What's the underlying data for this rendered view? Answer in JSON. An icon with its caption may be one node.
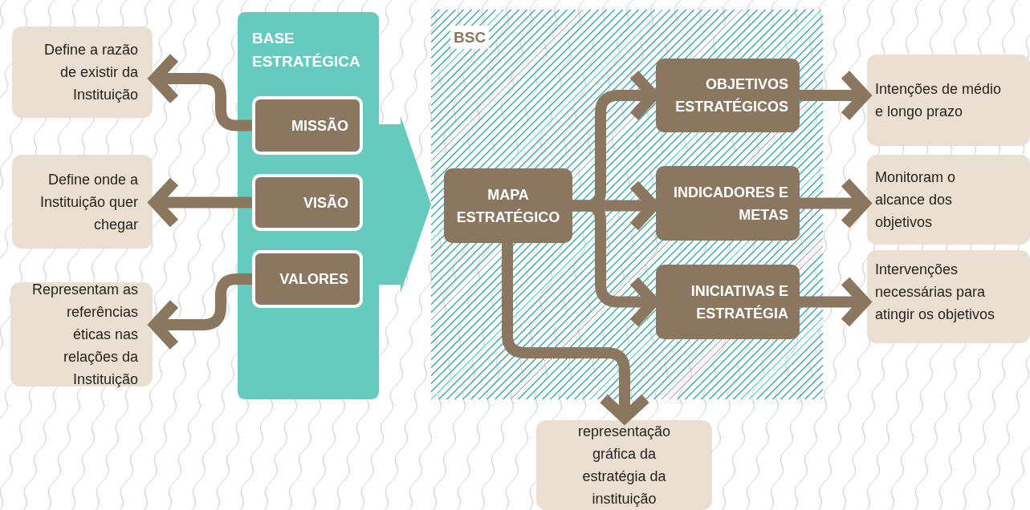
{
  "diagram": {
    "nodes": [
      {
        "text": [
          "BASE ESTRATÉGICA"
        ]
      },
      {
        "text": [
          "MISSÃO"
        ],
        "in": 0
      },
      {
        "text": [
          "VISÃO"
        ],
        "in": 0
      },
      {
        "text": [
          "VALORES"
        ],
        "in": 0
      },
      {
        "text": [
          "Define a razão de existir da Instituição"
        ]
      },
      {
        "text": [
          "Define onde a Instituição quer chegar"
        ]
      },
      {
        "text": [
          "Representam as referências éticas nas relações da Instituição"
        ]
      },
      {
        "text": [
          "BSC"
        ]
      },
      {
        "text": [
          "MAPA ESTRATÉGICO"
        ],
        "in": 7
      },
      {
        "text": [
          "OBJETIVOS ESTRATÉGICOS"
        ],
        "in": 7
      },
      {
        "text": [
          "INDICADORES E METAS"
        ],
        "in": 7
      },
      {
        "text": [
          "INICIATIVAS E ESTRATÉGIA"
        ],
        "in": 7
      },
      {
        "text": [
          "Intenções de médio e longo prazo"
        ]
      },
      {
        "text": [
          "Monitoram o alcance dos objetivos"
        ]
      },
      {
        "text": [
          "Intervenções necessárias para atingir os objetivos"
        ]
      },
      {
        "text": [
          "representação gráfica da estratégia da instituição"
        ]
      }
    ],
    "edges": [
      {
        "from": 1,
        "to": 4,
        "arrow": "to"
      },
      {
        "from": 2,
        "to": 5,
        "arrow": "to"
      },
      {
        "from": 3,
        "to": 6,
        "arrow": "to"
      },
      {
        "from": 0,
        "to": 7,
        "arrow": "to",
        "style": "thick",
        "color": "#66cbbf"
      },
      {
        "from": 8,
        "to": 9,
        "arrow": "to"
      },
      {
        "from": 8,
        "to": 10,
        "arrow": "to"
      },
      {
        "from": 8,
        "to": 11,
        "arrow": "to"
      },
      {
        "from": 8,
        "to": 15,
        "arrow": "to"
      },
      {
        "from": 9,
        "to": 12,
        "arrow": "to"
      },
      {
        "from": 10,
        "to": 13,
        "arrow": "to"
      },
      {
        "from": 11,
        "to": 14,
        "arrow": "to"
      }
    ]
  }
}
